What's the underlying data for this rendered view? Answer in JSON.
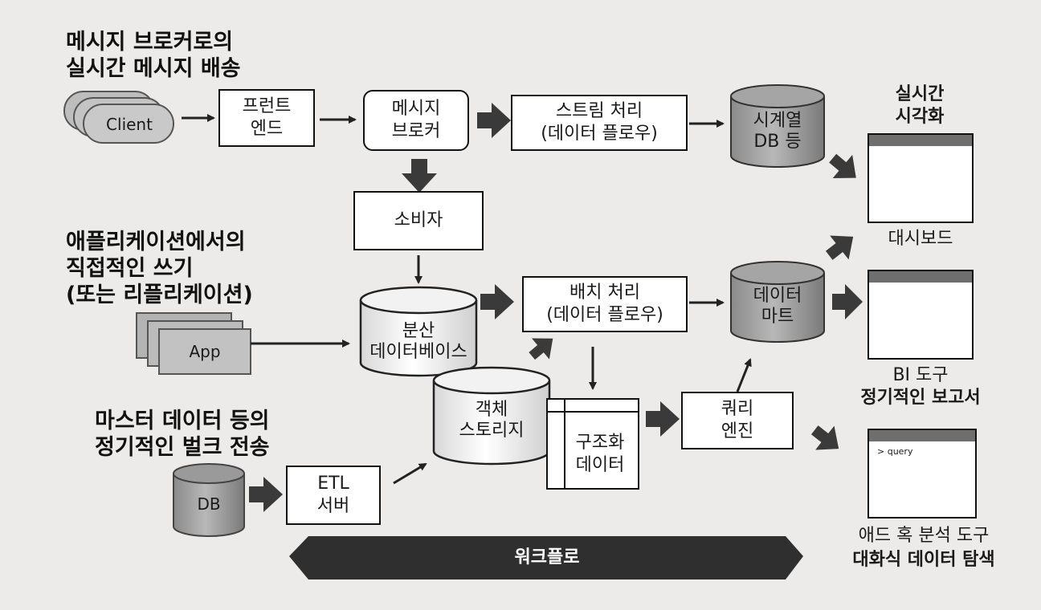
{
  "headings": {
    "realtime": [
      "메시지 브로커로의",
      "실시간 메시지 배송"
    ],
    "direct_write": [
      "애플리케이션에서의",
      "직접적인 쓰기",
      "(또는 리플리케이션)"
    ],
    "bulk": [
      "마스터 데이터 등의",
      "정기적인 벌크 전송"
    ]
  },
  "sources": {
    "client": "Client",
    "app": "App",
    "db": "DB"
  },
  "nodes": {
    "frontend": [
      "프런트",
      "엔드"
    ],
    "broker": [
      "메시지",
      "브로커"
    ],
    "stream": [
      "스트림 처리",
      "(데이터 플로우)"
    ],
    "timeseries_db": [
      "시계열",
      "DB 등"
    ],
    "consumer": "소비자",
    "distributed_db": [
      "분산",
      "데이터베이스"
    ],
    "batch": [
      "배치 처리",
      "(데이터 플로우)"
    ],
    "data_mart": [
      "데이터",
      "마트"
    ],
    "object_storage": [
      "객체",
      "스토리지"
    ],
    "structured": [
      "구조화",
      "데이터"
    ],
    "query_engine": [
      "쿼리",
      "엔진"
    ],
    "etl": [
      "ETL",
      "서버"
    ]
  },
  "outputs": {
    "realtime_title": [
      "실시간",
      "시각화"
    ],
    "dashboard": "대시보드",
    "bi_tool": "BI 도구",
    "periodic_report": "정기적인 보고서",
    "query_prompt": "> query",
    "adhoc_tool": "애드 혹 분석 도구",
    "interactive": "대화식 데이터 탐색"
  },
  "workflow": "워크플로"
}
